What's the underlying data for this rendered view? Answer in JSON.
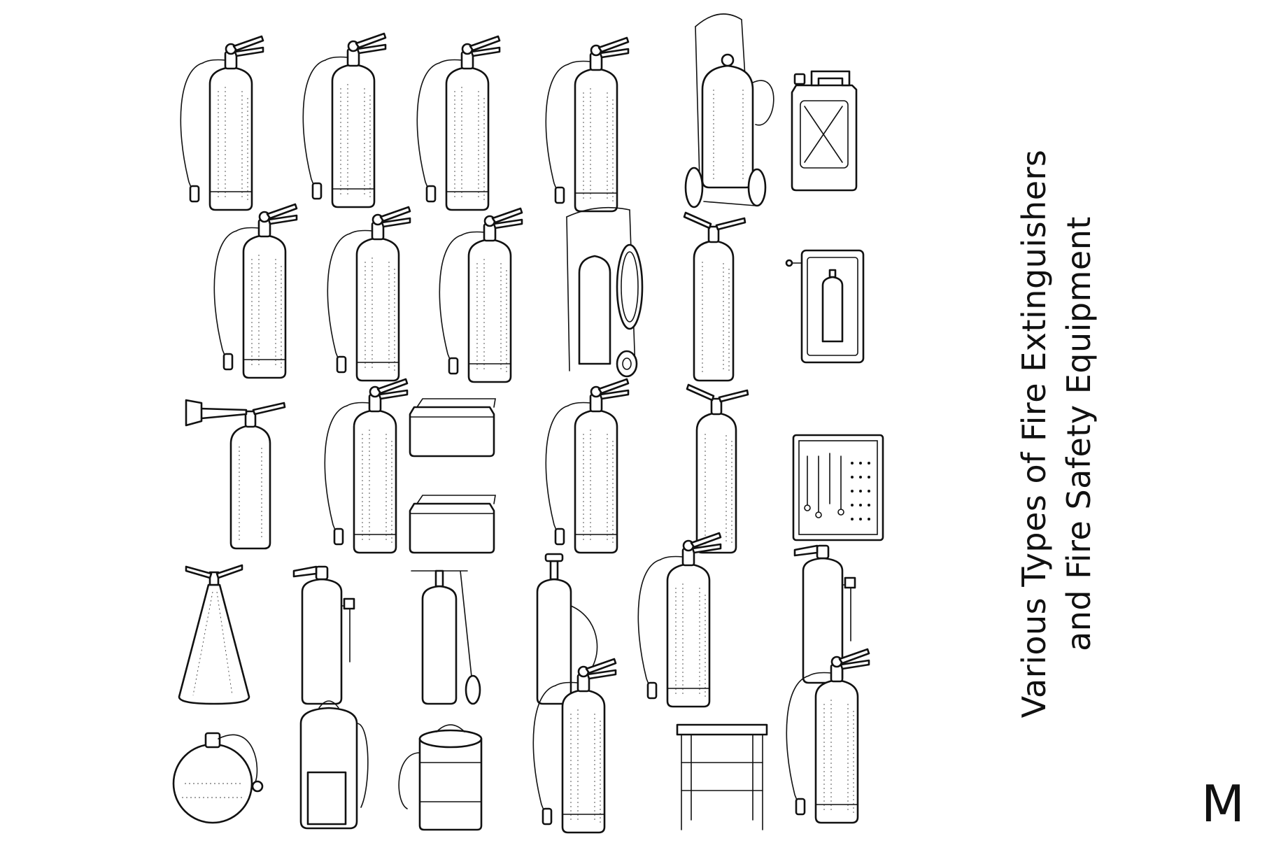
{
  "title": {
    "line1": "Various Types of Fire Extinguishers",
    "line2": "and Fire Safety Equipment"
  },
  "brand_mark": "M",
  "colors": {
    "ink": "#111111",
    "background": "#ffffff"
  },
  "illustration": {
    "style": "black-and-white engraving line art",
    "items": [
      {
        "icon": "fire-extinguisher-with-hose-icon"
      },
      {
        "icon": "fire-extinguisher-with-hose-icon"
      },
      {
        "icon": "fire-extinguisher-with-hose-icon"
      },
      {
        "icon": "fire-extinguisher-with-hose-icon"
      },
      {
        "icon": "wheeled-fire-extinguisher-cart-icon"
      },
      {
        "icon": "jerry-can-icon"
      },
      {
        "icon": "fire-extinguisher-with-horn-icon"
      },
      {
        "icon": "fire-extinguisher-with-hose-icon"
      },
      {
        "icon": "fire-extinguisher-with-hose-icon"
      },
      {
        "icon": "hose-reel-trolley-icon"
      },
      {
        "icon": "fire-extinguisher-icon"
      },
      {
        "icon": "wall-extinguisher-cabinet-icon"
      },
      {
        "icon": "co2-extinguisher-with-horn-icon"
      },
      {
        "icon": "fire-extinguisher-with-hose-icon"
      },
      {
        "icon": "sand-box-icon"
      },
      {
        "icon": "fire-extinguisher-with-hose-icon"
      },
      {
        "icon": "fire-extinguisher-icon"
      },
      {
        "icon": "fire-tool-board-icon"
      },
      {
        "icon": "conical-extinguisher-icon"
      },
      {
        "icon": "fire-extinguisher-with-bracket-icon"
      },
      {
        "icon": "fire-extinguisher-trolley-icon"
      },
      {
        "icon": "pump-extinguisher-icon"
      },
      {
        "icon": "fire-extinguisher-with-hose-icon"
      },
      {
        "icon": "fire-extinguisher-with-hose-icon"
      },
      {
        "icon": "spherical-extinguisher-icon"
      },
      {
        "icon": "backpack-extinguisher-icon"
      },
      {
        "icon": "drum-extinguisher-icon"
      },
      {
        "icon": "fire-extinguisher-with-hose-icon"
      },
      {
        "icon": "equipment-stand-icon"
      },
      {
        "icon": "fire-extinguisher-with-hose-icon"
      }
    ]
  }
}
